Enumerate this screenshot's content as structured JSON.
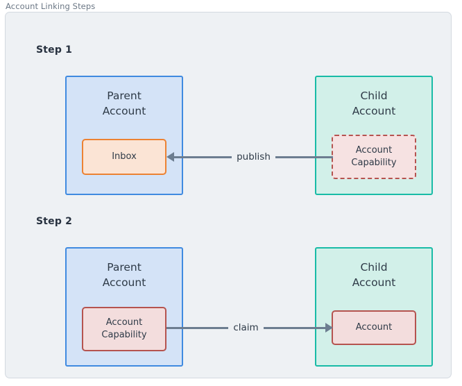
{
  "diagram": {
    "caption": "Account Linking Steps",
    "frame_background": "#eef1f4",
    "frame_border_color": "#d3d9e0"
  },
  "palette": {
    "parent_fill": "#d4e3f7",
    "parent_border": "#3f8ae0",
    "child_fill": "#d2f0e9",
    "child_border": "#18bba6",
    "inbox_fill": "#fbe4d5",
    "inbox_border": "#ec8233",
    "capability_fill": "#f3dddd",
    "capability_border": "#b5534f",
    "connector_color": "#6c7d90",
    "text_color": "#2e3a47",
    "caption_color": "#6b7785"
  },
  "steps": [
    {
      "label": "Step 1",
      "parent": {
        "title": "Parent\nAccount",
        "item": {
          "label": "Inbox",
          "border_style": "solid"
        }
      },
      "child": {
        "title": "Child\nAccount",
        "item": {
          "label": "Account\nCapability",
          "border_style": "dashed"
        }
      },
      "connector": {
        "label": "publish",
        "direction": "left"
      }
    },
    {
      "label": "Step 2",
      "parent": {
        "title": "Parent\nAccount",
        "item": {
          "label": "Account\nCapability",
          "border_style": "solid"
        }
      },
      "child": {
        "title": "Child\nAccount",
        "item": {
          "label": "Account",
          "border_style": "solid"
        }
      },
      "connector": {
        "label": "claim",
        "direction": "right"
      }
    }
  ]
}
